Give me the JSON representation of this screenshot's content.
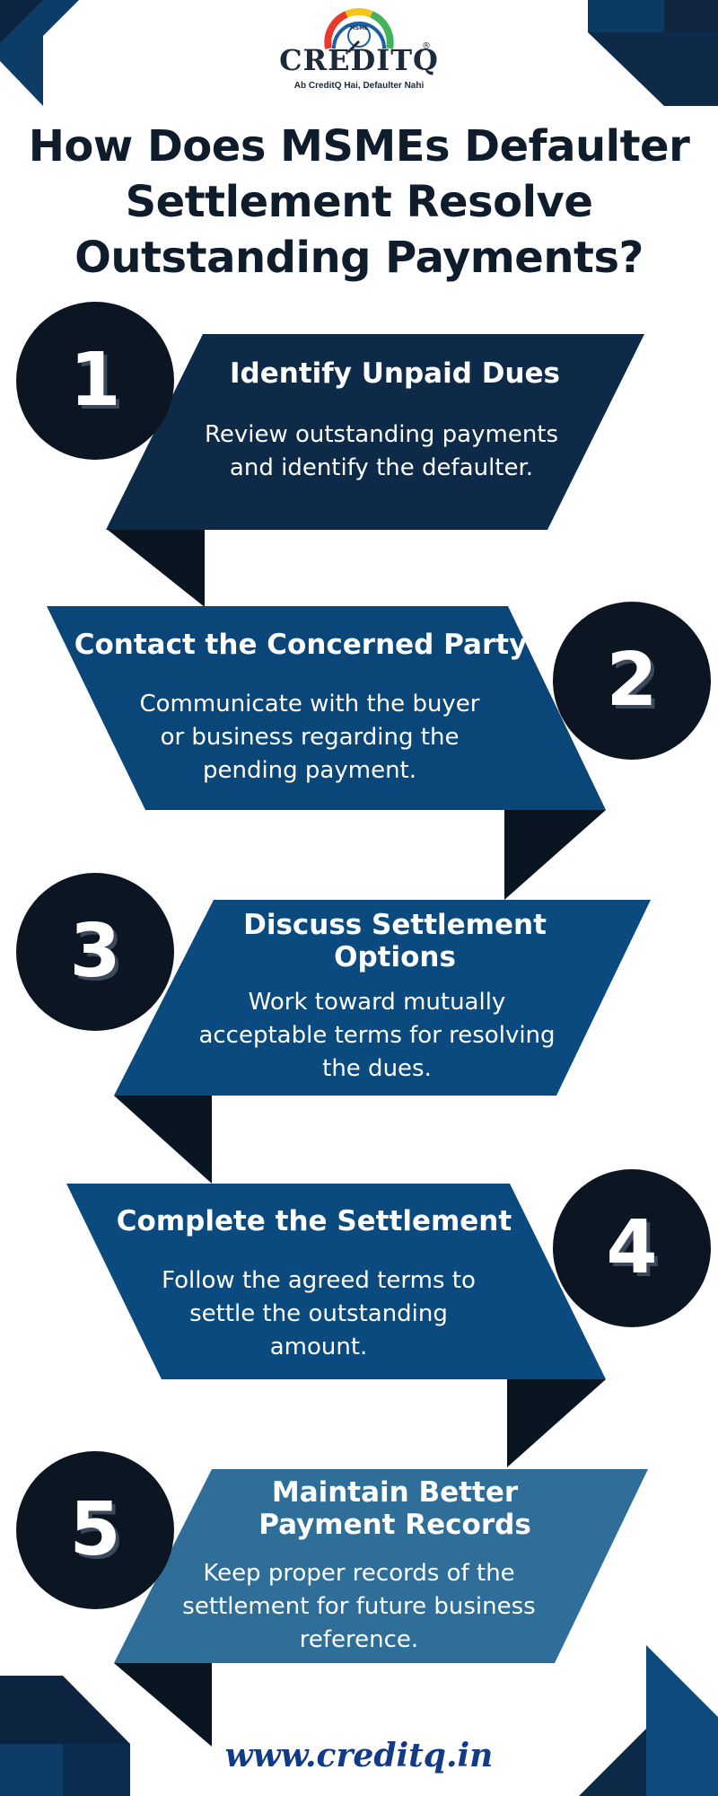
{
  "brand": {
    "name": "CREDITQ",
    "tagline": "Ab CreditQ Hai, Defaulter Nahi",
    "badge_text": "MSME",
    "registered_mark": "®"
  },
  "title": {
    "line1": "How Does MSMEs Defaulter",
    "line2": "Settlement Resolve",
    "line3": "Outstanding Payments?"
  },
  "steps": [
    {
      "number": "1",
      "heading": [
        "Identify Unpaid Dues"
      ],
      "desc": [
        "Review outstanding payments",
        "and identify the defaulter."
      ]
    },
    {
      "number": "2",
      "heading": [
        "Contact the Concerned Party"
      ],
      "desc": [
        "Communicate with the buyer",
        "or business regarding the",
        "pending payment."
      ]
    },
    {
      "number": "3",
      "heading": [
        "Discuss Settlement",
        "Options"
      ],
      "desc": [
        "Work toward mutually",
        "acceptable terms for resolving",
        "the dues."
      ]
    },
    {
      "number": "4",
      "heading": [
        "Complete the Settlement"
      ],
      "desc": [
        "Follow the agreed terms to",
        "settle the outstanding",
        "amount."
      ]
    },
    {
      "number": "5",
      "heading": [
        "Maintain Better",
        "Payment Records"
      ],
      "desc": [
        "Keep proper records of the",
        "settlement for future business",
        "reference."
      ]
    }
  ],
  "footer": {
    "url": "www.creditq.in"
  },
  "colors": {
    "step1": "#0d2a48",
    "step2": "#0b4678",
    "step3": "#0b4a7e",
    "step4": "#0b4a7e",
    "step5": "#2e6e99",
    "circle": "#0c1622",
    "fold": "#0a1522",
    "title": "#0f1c2c",
    "url": "#123a86"
  }
}
